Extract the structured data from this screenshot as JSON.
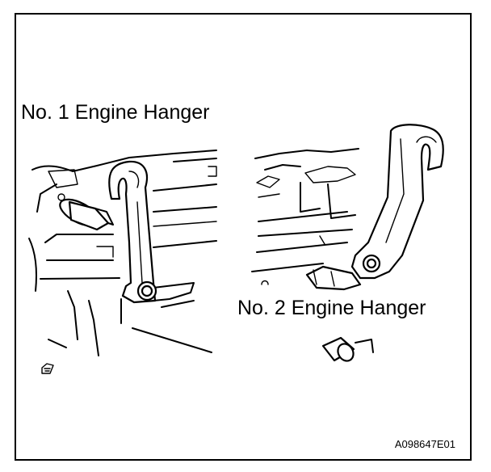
{
  "labels": {
    "hanger_1": "No. 1 Engine Hanger",
    "hanger_2": "No. 2 Engine Hanger"
  },
  "figure_id": "A098647E01",
  "colors": {
    "line": "#000000",
    "background": "#ffffff"
  }
}
